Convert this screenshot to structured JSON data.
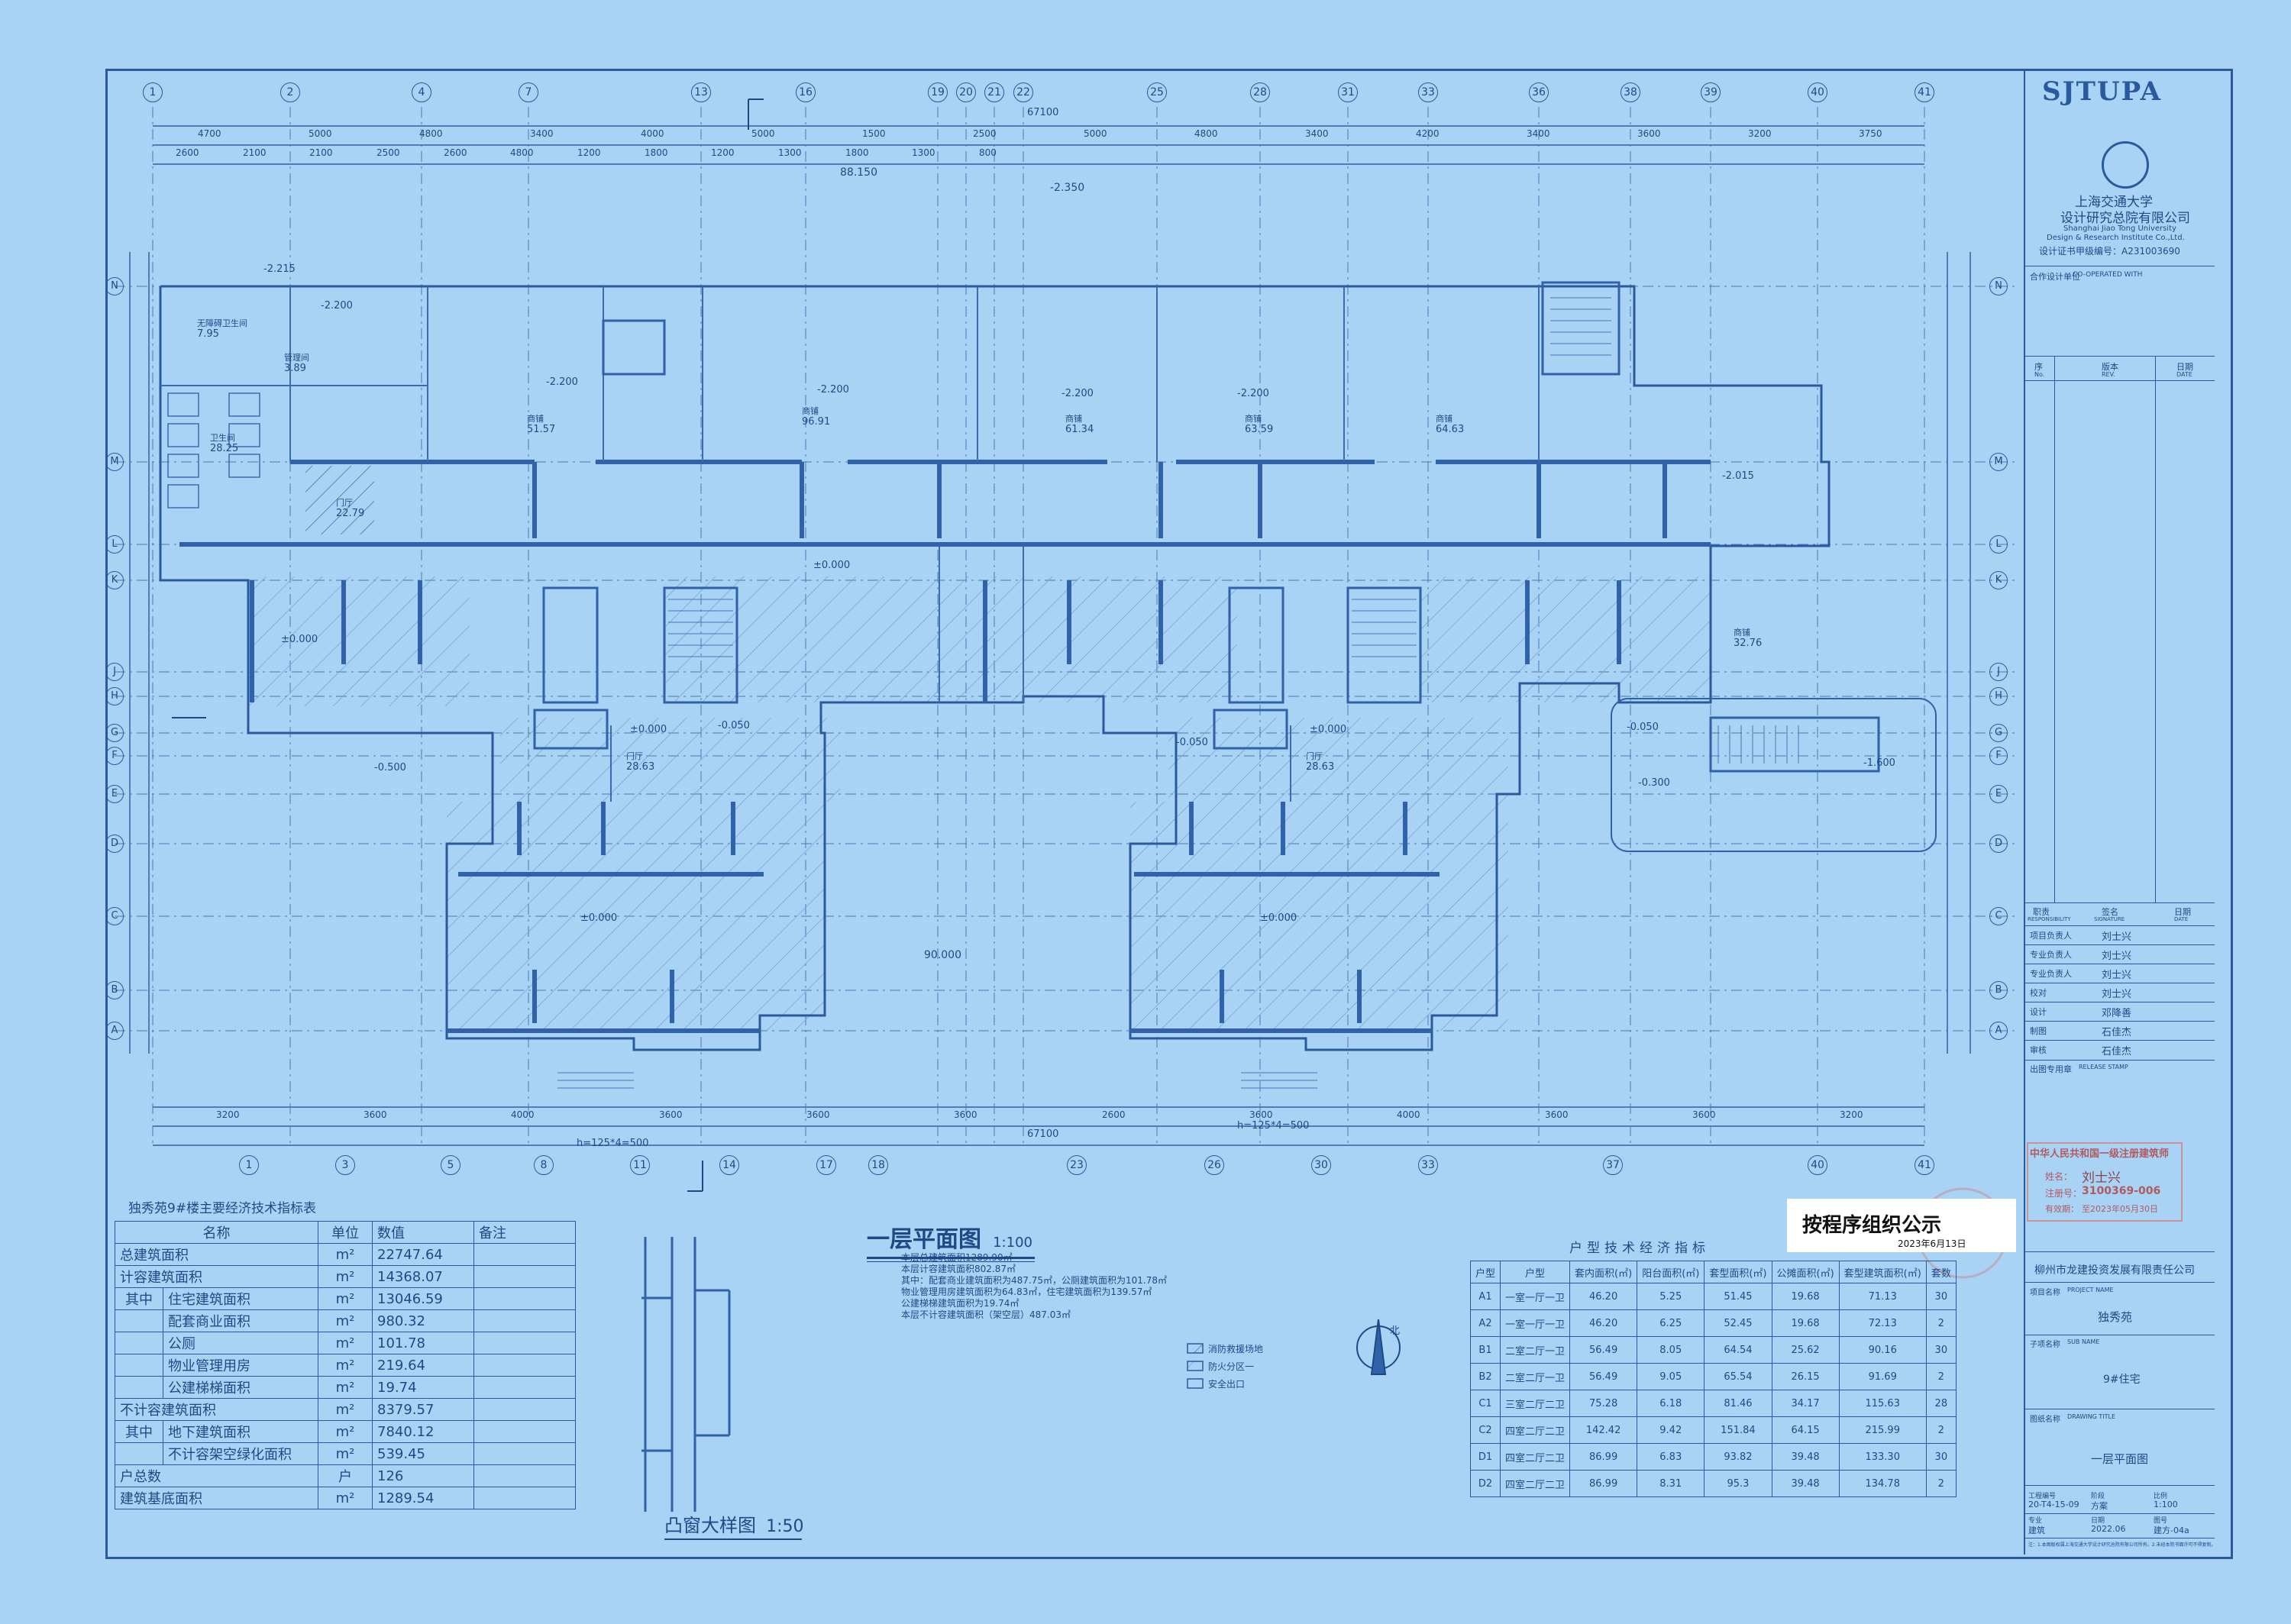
{
  "title_block": {
    "logo_text": "SJTUPA",
    "company_cn_line1": "上海交通大学",
    "company_cn_line2": "设计研究总院有限公司",
    "company_en_line1": "Shanghai Jiao Tong University",
    "company_en_line2": "Design & Research Institute Co.,Ltd.",
    "certificate": "设计证书甲级编号：A231003690",
    "coop_label": "合作设计单位",
    "coop_en": "CO-OPERATED WITH",
    "revision_headers": [
      "序",
      "版本",
      "日期"
    ],
    "revision_headers_en": [
      "No.",
      "REV.",
      "DATE"
    ],
    "sign_headers": [
      "职责",
      "签名",
      "日期"
    ],
    "sign_headers_en": [
      "RESPONSIBILITY",
      "SIGNATURE",
      "DATE"
    ],
    "sign_rows": [
      {
        "role": "项目负责人",
        "name": "刘士兴"
      },
      {
        "role": "专业负责人",
        "name": "刘士兴"
      },
      {
        "role": "专业负责人",
        "name": "刘士兴"
      },
      {
        "role": "校对",
        "name": "刘士兴"
      },
      {
        "role": "设计",
        "name": "邓降善"
      },
      {
        "role": "制图",
        "name": "石佳杰"
      },
      {
        "role": "审核",
        "name": "石佳杰"
      }
    ],
    "stamp_label": "出图专用章",
    "stamp_label_en": "RELEASE STAMP",
    "reg_stamp": {
      "title": "中华人民共和国一级注册建筑师",
      "name_label": "姓名：",
      "name": "刘士兴",
      "cert_label": "注册号：",
      "cert_no": "3100369-006",
      "valid_label": "有效期：",
      "valid": "至2023年05月30日"
    },
    "client": "柳州市龙建投资发展有限责任公司",
    "project_name_label": "项目名称",
    "project_name_en": "PROJECT NAME",
    "project_name": "独秀苑",
    "sub_item_label": "子项名称",
    "sub_item_en": "SUB NAME",
    "sub_item": "9#住宅",
    "drawing_title_label": "图纸名称",
    "drawing_title_en": "DRAWING TITLE",
    "drawing_title": "一层平面图",
    "footer_labels": [
      "工程编号",
      "阶段",
      "比例",
      "专业",
      "日期",
      "图号"
    ],
    "footer_values": [
      "20-T4-15-09",
      "方案",
      "1:100",
      "建筑",
      "2022.06",
      "建方-04a"
    ],
    "footer_note": "注：1.本图版权属上海交通大学设计研究总院有限公司所有。2.未经本院书面许可不得复制。"
  },
  "publicity": {
    "title": "按程序组织公示",
    "date": "2023年6月13日"
  },
  "plan": {
    "title": "一层平面图",
    "scale": "1:100",
    "notes": [
      "本层总建筑面积1289.90㎡",
      "本层计容建筑面积802.87㎡",
      "其中：配套商业建筑面积为487.75㎡，公厕建筑面积为101.78㎡",
      "物业管理用房建筑面积为64.83㎡，住宅建筑面积为139.57㎡",
      "公建梯梯建筑面积为19.74㎡",
      "本层不计容建筑面积（架空层）487.03㎡"
    ],
    "top_axes": [
      "1",
      "2",
      "4",
      "7",
      "13",
      "16",
      "19",
      "20",
      "21",
      "22",
      "25",
      "28",
      "31",
      "33",
      "36",
      "38",
      "39",
      "40",
      "41"
    ],
    "bottom_axes": [
      "1",
      "3",
      "5",
      "8",
      "11",
      "14",
      "17",
      "18",
      "23",
      "26",
      "30",
      "33",
      "37",
      "40",
      "41"
    ],
    "row_axes": [
      "N",
      "M",
      "L",
      "K",
      "J",
      "H",
      "G",
      "F",
      "E",
      "D",
      "C",
      "B",
      "A"
    ],
    "total_dim": "67100",
    "top_dims_a": [
      "4700",
      "5000",
      "4800",
      "3400",
      "4000",
      "5000",
      "1500",
      "2500",
      "5000",
      "4800",
      "3400",
      "4200",
      "3400",
      "3600",
      "3200",
      "3750"
    ],
    "top_dims_b": [
      "2600",
      "2100",
      "2100",
      "2500",
      "2600",
      "4800",
      "1200",
      "1800",
      "1200",
      "1300",
      "1800",
      "1300",
      "800"
    ],
    "bottom_dims": [
      "3200",
      "3600",
      "4000",
      "3600",
      "3600",
      "3600",
      "2600",
      "3600",
      "4000",
      "3600",
      "3600",
      "3200"
    ],
    "rooms": [
      {
        "name": "无障碍卫生间",
        "area": "7.95"
      },
      {
        "name": "管理间",
        "area": "3.89"
      },
      {
        "name": "卫生间",
        "area": "28.25"
      },
      {
        "name": "门厅",
        "area": "22.79"
      },
      {
        "name": "商铺",
        "area": "51.57"
      },
      {
        "name": "商铺",
        "area": "96.91"
      },
      {
        "name": "商铺",
        "area": "61.34"
      },
      {
        "name": "商铺",
        "area": "63.59"
      },
      {
        "name": "商铺",
        "area": "64.63"
      },
      {
        "name": "商铺",
        "area": "32.76"
      },
      {
        "name": "门厅",
        "area": "28.63"
      },
      {
        "name": "门厅",
        "area": "28.63"
      }
    ],
    "levels": [
      "±0.000",
      "-2.200",
      "-2.215",
      "-2.350",
      "-0.050",
      "-0.500",
      "-0.300",
      "-1.600",
      "-2.015",
      "90.000",
      "88.150"
    ],
    "ramp_label": "h=125*4=500",
    "detail_title": "凸窗大样图",
    "detail_scale": "1:50",
    "legend": [
      "消防救援场地",
      "防火分区一",
      "安全出口"
    ],
    "compass_label": "北"
  },
  "econ_table": {
    "title": "独秀苑9#楼主要经济技术指标表",
    "headers": [
      "名称",
      "单位",
      "数值",
      "备注"
    ],
    "rows": [
      {
        "a": "总建筑面积",
        "b": "",
        "unit": "m²",
        "value": "22747.64"
      },
      {
        "a": "计容建筑面积",
        "b": "",
        "unit": "m²",
        "value": "14368.07"
      },
      {
        "a": "其中",
        "b": "住宅建筑面积",
        "unit": "m²",
        "value": "13046.59"
      },
      {
        "a": "",
        "b": "配套商业面积",
        "unit": "m²",
        "value": "980.32"
      },
      {
        "a": "",
        "b": "公厕",
        "unit": "m²",
        "value": "101.78"
      },
      {
        "a": "",
        "b": "物业管理用房",
        "unit": "m²",
        "value": "219.64"
      },
      {
        "a": "",
        "b": "公建梯梯面积",
        "unit": "m²",
        "value": "19.74"
      },
      {
        "a": "不计容建筑面积",
        "b": "",
        "unit": "m²",
        "value": "8379.57"
      },
      {
        "a": "其中",
        "b": "地下建筑面积",
        "unit": "m²",
        "value": "7840.12"
      },
      {
        "a": "",
        "b": "不计容架空绿化面积",
        "unit": "m²",
        "value": "539.45"
      },
      {
        "a": "户总数",
        "b": "",
        "unit": "户",
        "value": "126"
      },
      {
        "a": "建筑基底面积",
        "b": "",
        "unit": "m²",
        "value": "1289.54"
      }
    ]
  },
  "unit_table": {
    "title": "户型技术经济指标",
    "headers": [
      "户型",
      "户型",
      "套内面积(㎡)",
      "阳台面积(㎡)",
      "套型面积(㎡)",
      "公摊面积(㎡)",
      "套型建筑面积(㎡)",
      "套数"
    ],
    "rows": [
      [
        "A1",
        "一室一厅一卫",
        "46.20",
        "5.25",
        "51.45",
        "19.68",
        "71.13",
        "30"
      ],
      [
        "A2",
        "一室一厅一卫",
        "46.20",
        "6.25",
        "52.45",
        "19.68",
        "72.13",
        "2"
      ],
      [
        "B1",
        "二室二厅一卫",
        "56.49",
        "8.05",
        "64.54",
        "25.62",
        "90.16",
        "30"
      ],
      [
        "B2",
        "二室二厅一卫",
        "56.49",
        "9.05",
        "65.54",
        "26.15",
        "91.69",
        "2"
      ],
      [
        "C1",
        "三室二厅二卫",
        "75.28",
        "6.18",
        "81.46",
        "34.17",
        "115.63",
        "28"
      ],
      [
        "C2",
        "四室二厅二卫",
        "142.42",
        "9.42",
        "151.84",
        "64.15",
        "215.99",
        "2"
      ],
      [
        "D1",
        "四室二厅二卫",
        "86.99",
        "6.83",
        "93.82",
        "39.48",
        "133.30",
        "30"
      ],
      [
        "D2",
        "四室二厅二卫",
        "86.99",
        "8.31",
        "95.3",
        "39.48",
        "134.78",
        "2"
      ]
    ]
  }
}
